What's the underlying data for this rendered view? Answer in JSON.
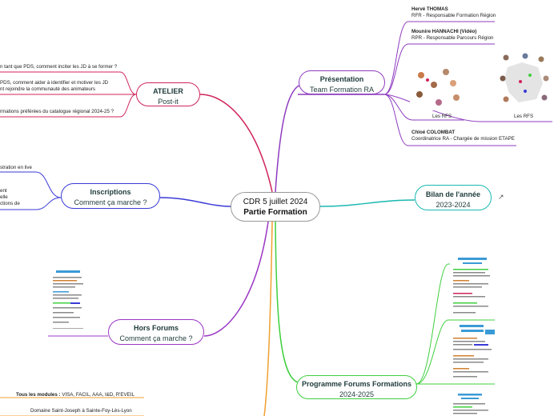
{
  "center": {
    "line1": "CDR 5 juillet 2024",
    "line2": "Partie Formation"
  },
  "branches": {
    "presentation": {
      "title": "Présentation",
      "subtitle": "Team Formation RA"
    },
    "bilan": {
      "title": "Bilan de l'année",
      "subtitle": "2023-2024"
    },
    "programme": {
      "title": "Programme Forums Formations",
      "subtitle": "2024-2025"
    },
    "atelier": {
      "title": "ATELIER",
      "subtitle": "Post-it"
    },
    "inscriptions": {
      "title": "Inscriptions",
      "subtitle": "Comment ça marche ?"
    },
    "hors_forums": {
      "title": "Hors Forums",
      "subtitle": "Comment ça marche ?"
    }
  },
  "team": [
    {
      "name": "Hervé THOMAS",
      "role": "RFR - Responsable Formation Région"
    },
    {
      "name": "Mounire HANNACHI (Vidéo)",
      "role": "RPR - Responsable Parcours Région"
    },
    {
      "name": "Chloé COLOMBAT",
      "role": "Coordinatrice RA - Chargée de mission ETAPE"
    }
  ],
  "rfs_labels": [
    "Les RFS",
    "Les RFS"
  ],
  "atelier_items": [
    "n tant que PDS, comment inciter les JD à se former ?",
    "PDS, comment aider à identifier et motiver les JD",
    "nt rejoindre la communauté des animateurs",
    "rmations préférées du catalogue régional 2024-25 ?"
  ],
  "inscriptions_items": [
    "stration en live",
    "ent",
    "elle",
    "ctions de"
  ],
  "bottom_left": {
    "modules_label": "Tous les modules :",
    "modules_list": " VISA, FACIL, AAA, I&D, R'EVEIL",
    "location": "Domaine Saint-Joseph à Sainte-Foy-Lès-Lyon"
  },
  "colors": {
    "presentation": "#8e3bbf",
    "bilan": "#1ab8b0",
    "programme": "#3fcf3f",
    "atelier": "#d0245a",
    "inscriptions": "#3a3ad6",
    "hors_forums": "#9b36c4",
    "bottom": "#f0a030"
  },
  "icons": {
    "external_link": "external-link-icon"
  }
}
